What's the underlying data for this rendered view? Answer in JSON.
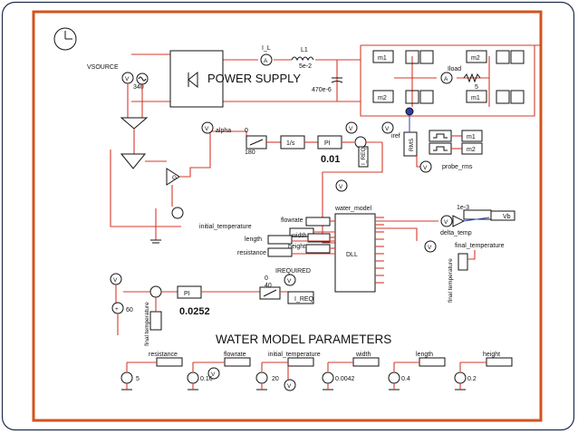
{
  "diagram": {
    "colors": {
      "frame_outer": "#1f2f4f",
      "frame_inner": "#d2541e",
      "wire": "#d63a2a",
      "signal_wire": "#3a56b8",
      "ground": "#111111"
    },
    "power_supply": {
      "title": "POWER SUPPLY",
      "source_label": "VSOURCE",
      "source_value": "340",
      "current_meter": "I_L",
      "inductor_name": "L1",
      "inductor_value": "5e-2",
      "capacitor_value": "470e-6",
      "load_current": "Iload",
      "load_value": "5",
      "gate_labels": [
        "m1",
        "m2",
        "m2",
        "m1"
      ]
    },
    "control": {
      "alpha_label": "alpha",
      "ramp_top": "0",
      "ramp_bottom": "180",
      "integrator_label": "1/s",
      "pi_label": "PI",
      "pi_gain": "0.01",
      "iref_label": "iref",
      "rms_label": "RMS",
      "req_label": "I_REQ",
      "gate_out_labels": [
        "m1",
        "m2"
      ],
      "probe_label": "probe_rms"
    },
    "water_model": {
      "block_label": "water_model",
      "dll_label": "DLL",
      "inputs": [
        "flowrate",
        "initial_temperature",
        "width",
        "length",
        "height",
        "resistance"
      ],
      "gain_label": "1e-3",
      "delta_label": "delta_temp",
      "output_label": "Vb",
      "final_label": "final_temperature",
      "vertical_label": "final temperature"
    },
    "lower_control": {
      "pi_label": "PI",
      "pi_gain": "0.0252",
      "required_label": "IREQUIRED",
      "limiter_top": "0",
      "limiter_bottom": "40",
      "req_out_label": "I_REQ",
      "source_value": "60",
      "vertical_label": "final temperature"
    },
    "parameters": {
      "heading": "WATER MODEL PARAMETERS",
      "items": [
        {
          "name": "resistance",
          "value": "5"
        },
        {
          "name": "flowrate",
          "value": "0.16"
        },
        {
          "name": "initial_temperature",
          "value": "20"
        },
        {
          "name": "width",
          "value": "0.0042"
        },
        {
          "name": "length",
          "value": "0.4"
        },
        {
          "name": "height",
          "value": "0.2"
        }
      ]
    },
    "meter_symbol": "V"
  }
}
